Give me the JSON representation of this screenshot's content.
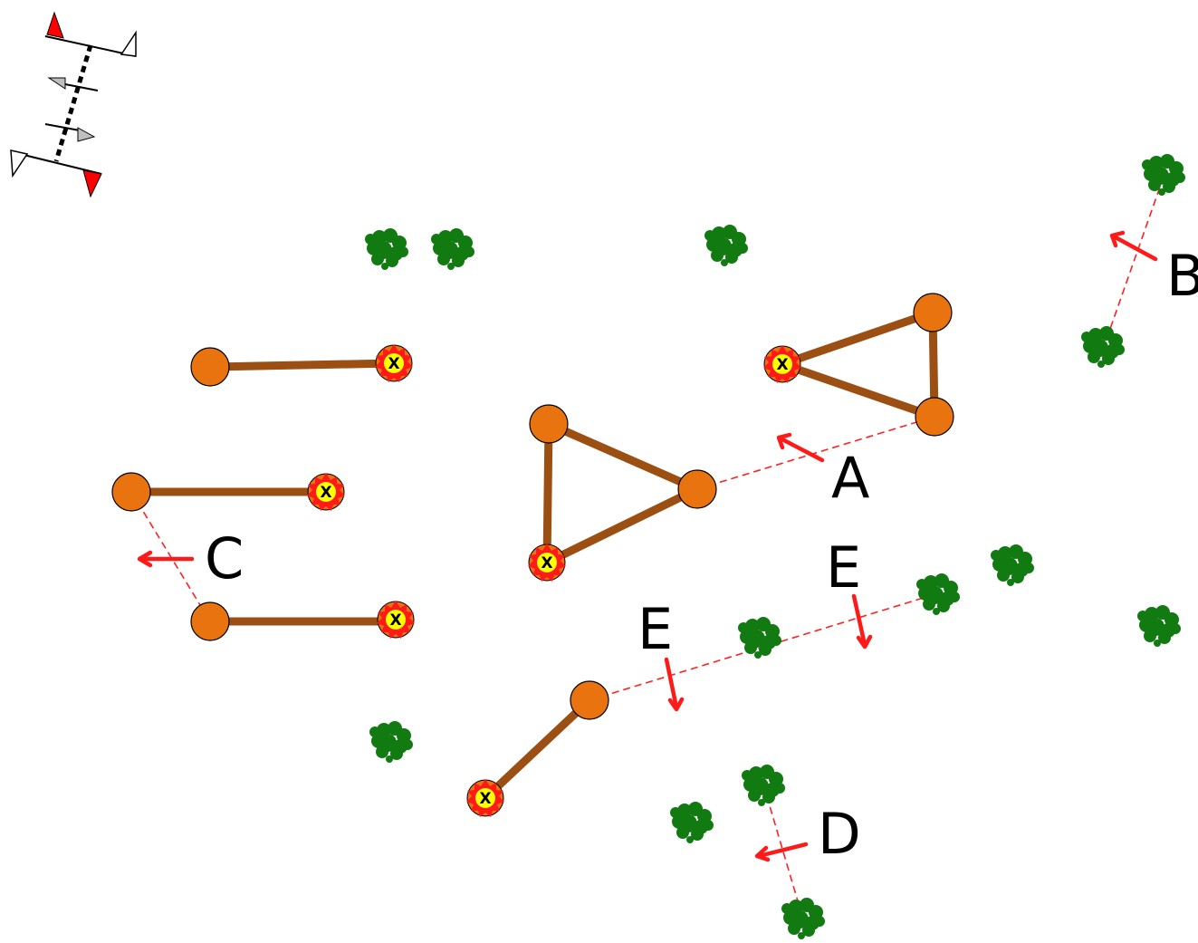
{
  "colors": {
    "node": "#e8730f",
    "link": "#9c4f13",
    "burst": "#ff1a1a",
    "burst_center": "#ffff00",
    "dashed": "#ff2020",
    "arrow": "#ff1a1a",
    "tree": "#117a11",
    "compass_red": "#ff0000",
    "compass_gray": "#bfbfbf"
  },
  "labels": {
    "a": "A",
    "b": "B",
    "c": "C",
    "d": "D",
    "e1": "E",
    "e2": "E"
  },
  "marker_text": "X",
  "icons": {
    "compass": "field-direction-icon",
    "tree": "tree-icon",
    "node": "player-node",
    "marked_node": "burst-x-icon",
    "arrow": "direction-arrow-icon"
  }
}
